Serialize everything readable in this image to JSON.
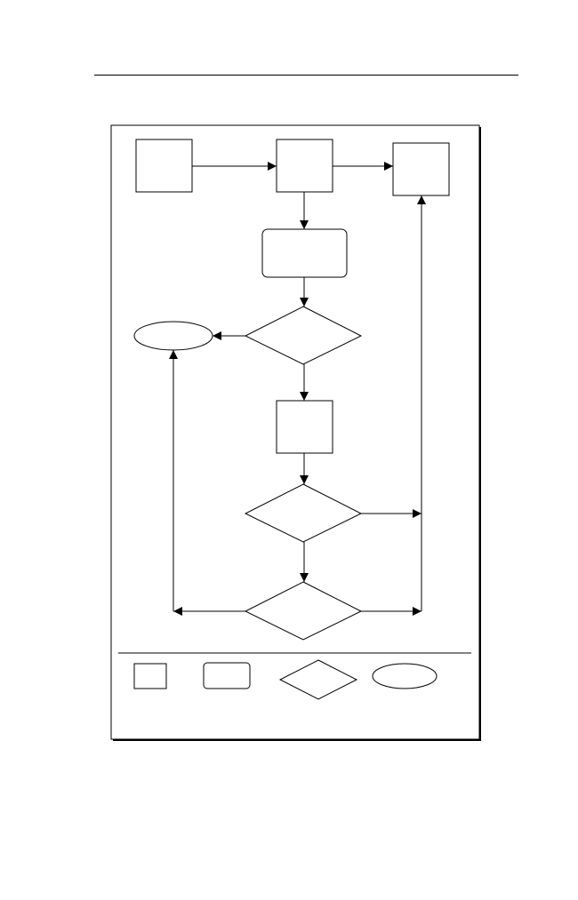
{
  "figure": {
    "line_color": "#000000",
    "fill_color": "#ffffff",
    "labels": {}
  },
  "legend": {
    "symbols": [
      "process-box",
      "rounded-box",
      "decision-diamond",
      "terminal-ellipse"
    ]
  }
}
